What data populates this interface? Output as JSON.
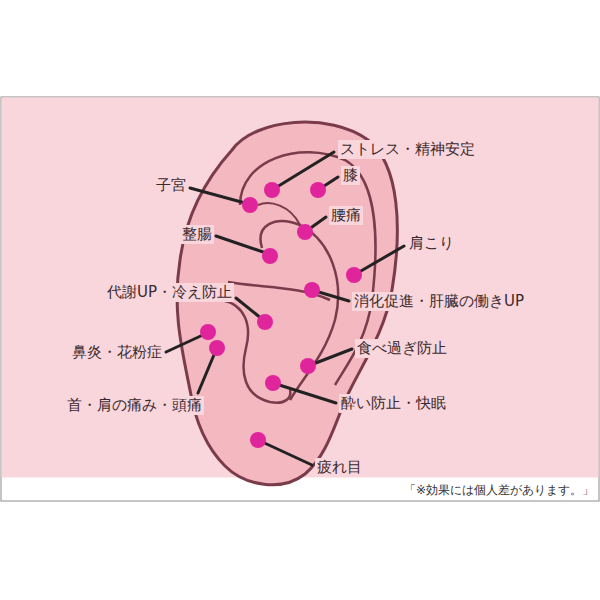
{
  "diagram": {
    "labels": [
      "ストレス・精神安定",
      "子宮",
      "膝",
      "腰痛",
      "整腸",
      "肩こり",
      "代謝UP・冷え防止",
      "消化促進・肝臓の働きUP",
      "鼻炎・花粉症",
      "首・肩の痛み・頭痛",
      "食べ過ぎ防止",
      "酔い防止・快眠",
      "疲れ目",
      "「※効果には個人差があります。」"
    ]
  }
}
